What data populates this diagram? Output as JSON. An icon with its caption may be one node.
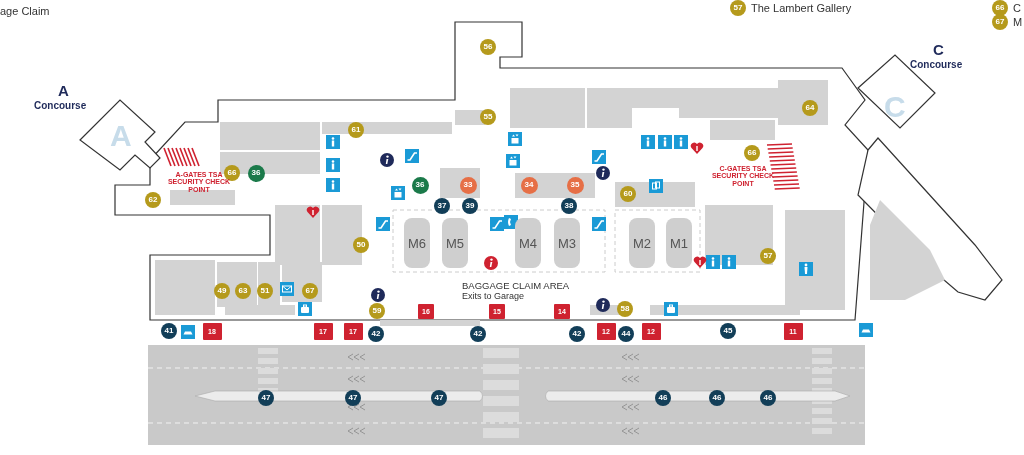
{
  "diagram": {
    "nodes": [
      {
        "text": [
          "57"
        ],
        "beside": [
          "The Lambert Gallery"
        ]
      },
      {
        "text": [
          "66"
        ],
        "beside": [
          "C"
        ]
      },
      {
        "text": [
          "67"
        ],
        "beside": [
          "M"
        ]
      },
      {
        "text": [
          "56"
        ]
      },
      {
        "text": [
          "55"
        ]
      },
      {
        "text": [
          "64"
        ]
      },
      {
        "text": [
          "61"
        ]
      },
      {
        "text": [
          "66"
        ]
      },
      {
        "text": [
          "36"
        ]
      },
      {
        "text": [
          "66"
        ]
      },
      {
        "text": [
          "36"
        ]
      },
      {
        "text": [
          "33"
        ]
      },
      {
        "text": [
          "34"
        ]
      },
      {
        "text": [
          "35"
        ]
      },
      {
        "text": [
          "60"
        ]
      },
      {
        "text": [
          "62"
        ]
      },
      {
        "text": [
          "37"
        ]
      },
      {
        "text": [
          "39"
        ]
      },
      {
        "text": [
          "38"
        ]
      },
      {
        "text": [
          "50"
        ]
      },
      {
        "text": [
          "M6"
        ]
      },
      {
        "text": [
          "M5"
        ]
      },
      {
        "text": [
          "M4"
        ]
      },
      {
        "text": [
          "M3"
        ]
      },
      {
        "text": [
          "M2"
        ]
      },
      {
        "text": [
          "M1"
        ]
      },
      {
        "text": [
          "57"
        ]
      },
      {
        "text": [
          "49"
        ]
      },
      {
        "text": [
          "63"
        ]
      },
      {
        "text": [
          "51"
        ]
      },
      {
        "text": [
          "67"
        ]
      },
      {
        "text": [
          "59"
        ]
      },
      {
        "text": [
          "16"
        ]
      },
      {
        "text": [
          "15"
        ]
      },
      {
        "text": [
          "14"
        ]
      },
      {
        "text": [
          "58"
        ]
      },
      {
        "text": [
          "41"
        ]
      },
      {
        "text": [
          "18"
        ]
      },
      {
        "text": [
          "17"
        ]
      },
      {
        "text": [
          "17"
        ]
      },
      {
        "text": [
          "42"
        ]
      },
      {
        "text": [
          "42"
        ]
      },
      {
        "text": [
          "42"
        ]
      },
      {
        "text": [
          "12"
        ]
      },
      {
        "text": [
          "44"
        ]
      },
      {
        "text": [
          "12"
        ]
      },
      {
        "text": [
          "45"
        ]
      },
      {
        "text": [
          "11"
        ]
      },
      {
        "text": [
          "47"
        ]
      },
      {
        "text": [
          "47"
        ]
      },
      {
        "text": [
          "47"
        ]
      },
      {
        "text": [
          "46"
        ]
      },
      {
        "text": [
          "46"
        ]
      },
      {
        "text": [
          "46"
        ]
      }
    ],
    "labels": [
      "age Claim",
      "A",
      "Concourse",
      "C",
      "Concourse",
      "A",
      "C",
      "A-GATES TSA SECURITY CHECK POINT",
      "C-GATES TSA SECURITY CHECK POINT",
      "BAGGAGE CLAIM AREA",
      "Exits to Garage"
    ]
  }
}
